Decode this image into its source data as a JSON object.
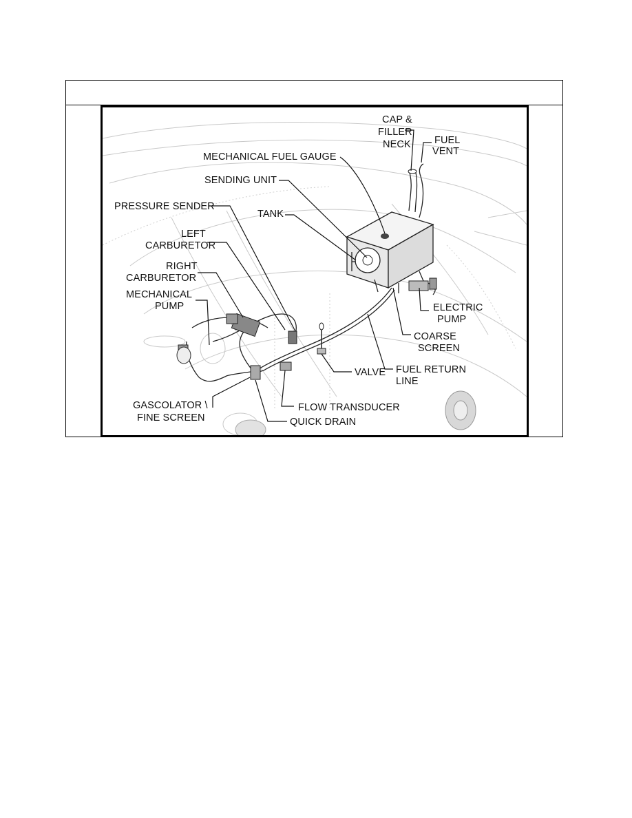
{
  "labels": {
    "cap_filler": [
      "CAP &",
      "FILLER",
      "NECK"
    ],
    "fuel_vent": [
      "FUEL",
      "VENT"
    ],
    "mech_gauge": "MECHANICAL FUEL GAUGE",
    "sending_unit": "SENDING UNIT",
    "pressure_sender": "PRESSURE SENDER",
    "tank": "TANK",
    "left_carb": [
      "LEFT",
      "CARBURETOR"
    ],
    "right_carb": [
      "RIGHT",
      "CARBURETOR"
    ],
    "mech_pump": [
      "MECHANICAL",
      "PUMP"
    ],
    "electric_pump": [
      "ELECTRIC",
      "PUMP"
    ],
    "coarse_screen": [
      "COARSE",
      "SCREEN"
    ],
    "fuel_return": [
      "FUEL RETURN",
      "LINE"
    ],
    "valve": "VALVE",
    "flow_transducer": "FLOW TRANSDUCER",
    "gascolator": [
      "GASCOLATOR \\",
      "FINE SCREEN"
    ],
    "quick_drain": "QUICK DRAIN"
  }
}
